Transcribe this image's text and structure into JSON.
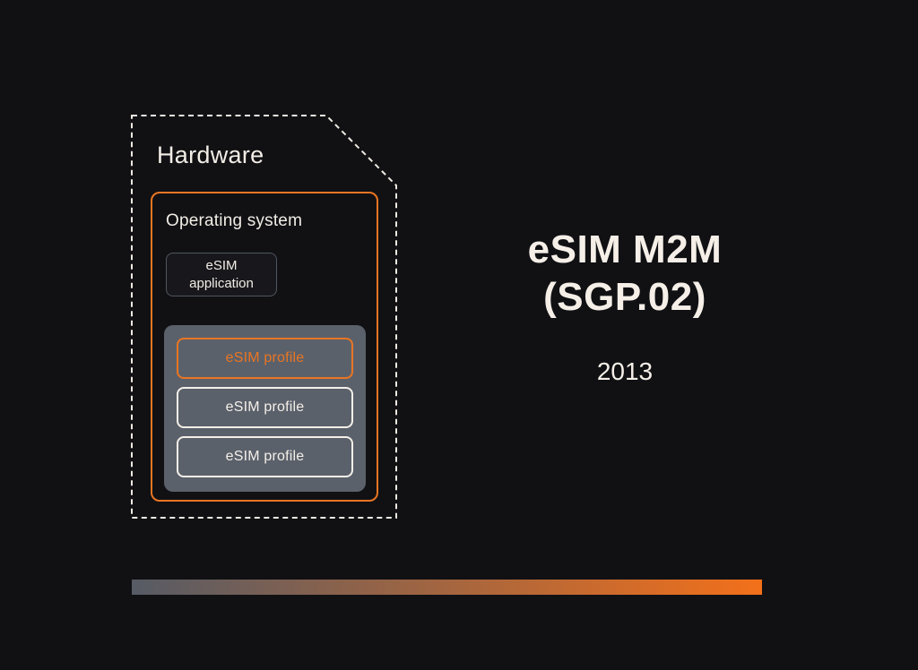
{
  "slide": {
    "title_line1": "eSIM M2M",
    "title_line2": "(SGP.02)",
    "year": "2013"
  },
  "diagram": {
    "hardware_label": "Hardware",
    "os_label": "Operating system",
    "esim_app": {
      "line1": "eSIM",
      "line2": "application"
    },
    "profiles": [
      {
        "label": "eSIM profile",
        "active": true
      },
      {
        "label": "eSIM profile",
        "active": false
      },
      {
        "label": "eSIM profile",
        "active": false
      }
    ]
  },
  "colors": {
    "background": "#111114",
    "dashed_outline": "#efeae2",
    "accent_orange": "#ea7522",
    "container_gray": "#5b616b",
    "profile_border_light": "#f4efe8",
    "text_light": "#f2ede6",
    "title_light": "#f5efe8",
    "app_box_bg": "#18181c",
    "app_box_border": "#4e565f",
    "gradient_start": "#565b65",
    "gradient_end": "#f3701a"
  }
}
